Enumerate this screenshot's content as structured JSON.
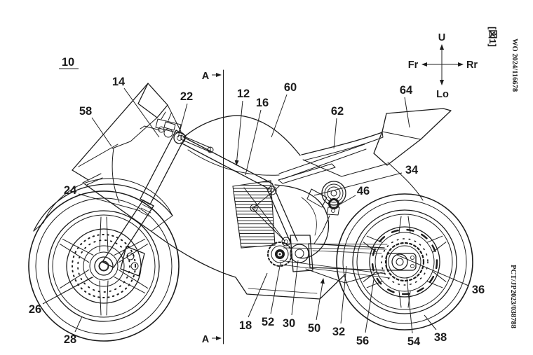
{
  "document": {
    "figure_tag": "[図1]",
    "publication_number": "WO 2024/116678",
    "application_number": "PCT/JP2023/038788"
  },
  "orientation_legend": {
    "up": "U",
    "down": "Lo",
    "front": "Fr",
    "rear": "Rr"
  },
  "section_line": {
    "marker": "A"
  },
  "parts": {
    "p10": "10",
    "p12": "12",
    "p14": "14",
    "p16": "16",
    "p18": "18",
    "p22": "22",
    "p24": "24",
    "p26": "26",
    "p28": "28",
    "p30": "30",
    "p32": "32",
    "p34": "34",
    "p36": "36",
    "p38": "38",
    "p46": "46",
    "p50": "50",
    "p52": "52",
    "p54": "54",
    "p56": "56",
    "p58": "58",
    "p60": "60",
    "p62": "62",
    "p64": "64"
  },
  "colors": {
    "line": "#1c1c1c",
    "background": "#ffffff"
  }
}
